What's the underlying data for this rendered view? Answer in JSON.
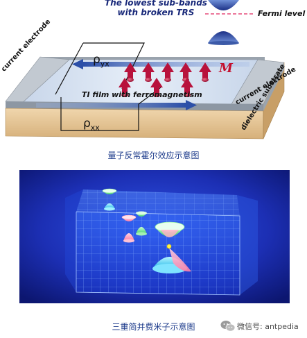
{
  "qah_figure": {
    "title_lines": [
      "The lowest sub-bands",
      "with broken TRS"
    ],
    "fermi_label": "Fermi level",
    "magnetization_label": "M",
    "rho_yx_label": "ρ",
    "rho_yx_sub": "yx",
    "rho_xx_label": "ρ",
    "rho_xx_sub": "xx",
    "film_label": "TI film with ferromagnetism",
    "left_electrode_label": "current electrode",
    "right_electrode_label": "current electrode",
    "substrate_label": "dielectric substrate",
    "caption": "量子反常霍尔效应示意图",
    "colors": {
      "arrow_red": "#b8123c",
      "film_top": "#d6e3f2",
      "electrode": "#b5bcc4",
      "substrate": "#e4c79b",
      "current_arrow": "#2c4fa8"
    }
  },
  "weyl_figure": {
    "caption": "三重简并费米子示意图",
    "colors": {
      "background": "#1a2fb0",
      "grid": "#6fa6ff",
      "cone_cyan": "#3fd6ff",
      "cone_pink": "#ff9ab8",
      "cone_green": "#7fe88a"
    }
  },
  "watermark": {
    "text": "微信号: antpedia",
    "icon": "wechat-icon"
  }
}
